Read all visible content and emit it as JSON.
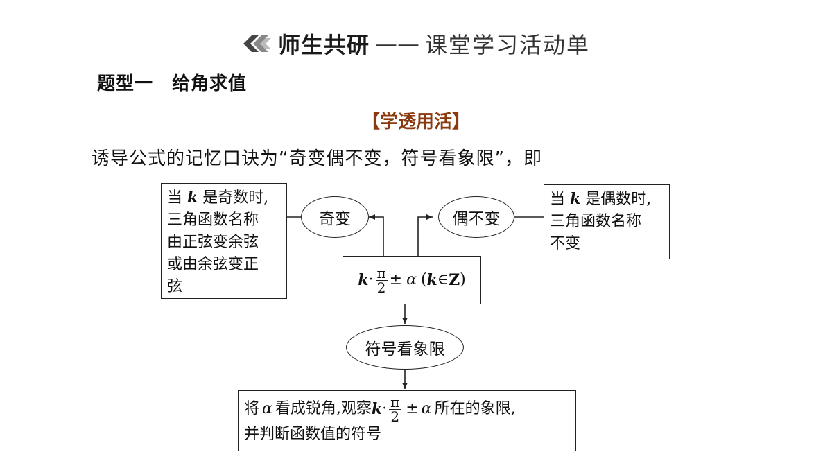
{
  "header": {
    "logo_icon": "double-chevron-logo",
    "title_bold": "师生共研",
    "dash": "——",
    "title_light": "课堂学习活动单"
  },
  "section_title": "题型一　给角求值",
  "subheading": "【学透用活】",
  "intro": "诱导公式的记忆口诀为“奇变偶不变，符号看象限”，即",
  "diagram": {
    "left_box": {
      "line1_a": "当",
      "line1_var": "k",
      "line1_b": "是奇数时,",
      "line2": "三角函数名称",
      "line3": "由正弦变余弦",
      "line4": "或由余弦变正",
      "line5": "弦"
    },
    "left_ellipse": "奇变",
    "right_ellipse": "偶不变",
    "right_box": {
      "line1_a": "当",
      "line1_var": "k",
      "line1_b": "是偶数时,",
      "line2": "三角函数名称",
      "line3": "不变"
    },
    "center_box": {
      "var_k": "k",
      "dot": "·",
      "frac_num": "π",
      "frac_den": "2",
      "pm": "±",
      "alpha": "α",
      "open": "(",
      "var_k2": "k",
      "in": "∈",
      "set": "Z",
      "close": ")"
    },
    "bottom_ellipse": "符号看象限",
    "bottom_box": {
      "line1_a": "将",
      "line1_alpha": "α",
      "line1_b": "看成锐角,观察",
      "line1_k": "k",
      "line1_dot": "·",
      "frac_num": "π",
      "frac_den": "2",
      "line1_pm": "±",
      "line1_alpha2": "α",
      "line1_c": "所在的象限,",
      "line2": "并判断函数值的符号"
    }
  },
  "colors": {
    "subheading": "#8a3a0e",
    "text": "#111111",
    "line": "#222222"
  }
}
